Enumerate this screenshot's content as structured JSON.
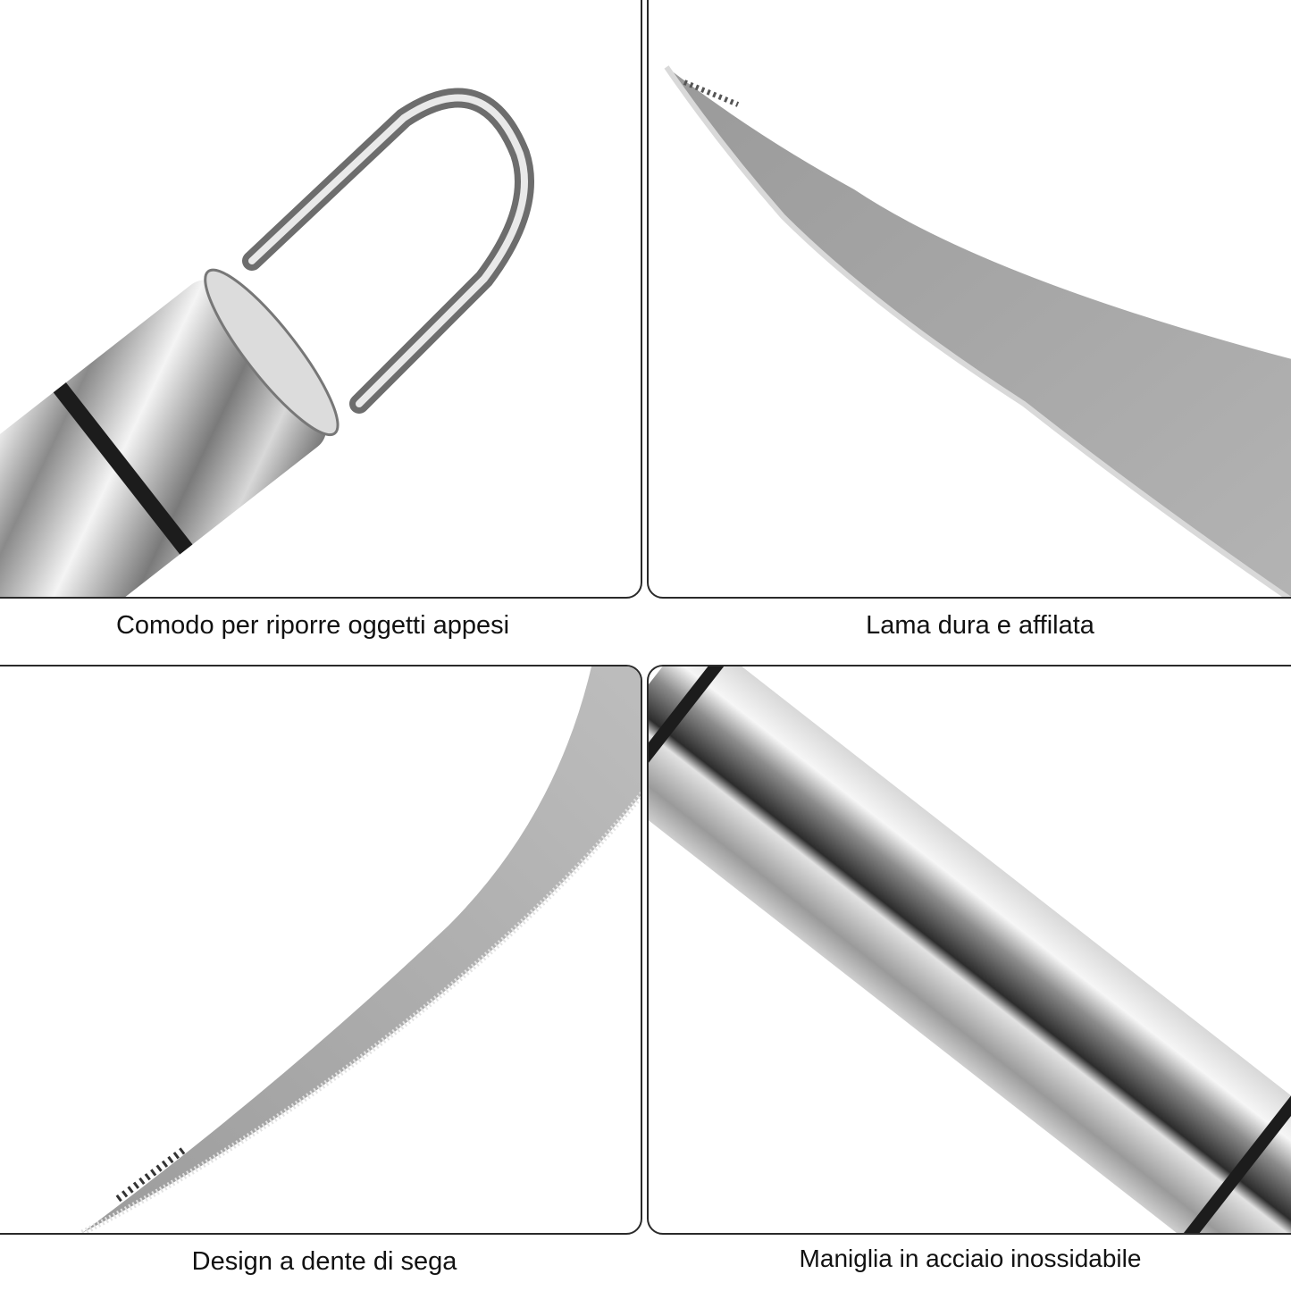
{
  "panels": [
    {
      "caption": "Comodo per riporre oggetti appesi",
      "subject": "hanging-loop-handle"
    },
    {
      "caption": "Lama dura e affilata",
      "subject": "curved-blade"
    },
    {
      "caption": "Design a dente di sega",
      "subject": "serrated-blade-edge"
    },
    {
      "caption": "Maniglia in acciaio inossidabile",
      "subject": "steel-handle"
    }
  ],
  "colors": {
    "steel_light": "#eeeeee",
    "steel_mid": "#a9a9a9",
    "steel_dark": "#4a4a4a",
    "band": "#1c1c1c",
    "frame": "#2a2a2a",
    "background": "#ffffff"
  }
}
